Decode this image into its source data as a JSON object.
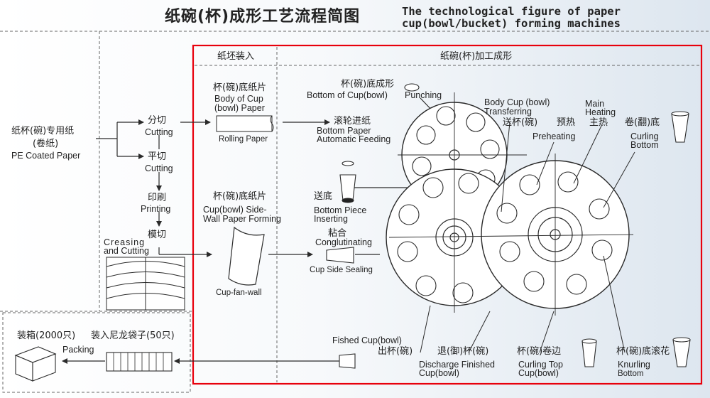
{
  "title": {
    "cn": "纸碗(杯)成形工艺流程简图",
    "en_line1": "The technological figure of paper",
    "en_line2": "cup(bowl/bucket) forming machines"
  },
  "headers": {
    "feeding": "纸坯装入",
    "forming": "纸碗(杯)加工成形"
  },
  "left": {
    "pe_cn1": "纸杯(碗)专用纸",
    "pe_cn2": "(卷纸)",
    "pe_en": "PE Coated Paper",
    "cut1_cn": "分切",
    "cut1_en": "Cutting",
    "cut2_cn": "平切",
    "cut2_en": "Cutting",
    "print_cn": "印刷",
    "print_en": "Printing",
    "crease_cn": "模切",
    "crease_en1": "Creasing",
    "crease_en2": "and Cutting"
  },
  "feeding": {
    "bottom_cn": "杯(碗)底纸片",
    "bottom_en1": "Body of Cup",
    "bottom_en2": "(bowl) Paper",
    "rolling": "Rolling Paper",
    "side_cn": "杯(碗)底纸片",
    "side_en1": "Cup(bowl) Side-",
    "side_en2": "Wall Paper Forming",
    "fan": "Cup-fan-wall"
  },
  "process": {
    "punch_cn": "杯(碗)底成形",
    "punch_en1": "Bottom of Cup(bowl)",
    "punch_en2": "Punching",
    "feed_cn": "滚轮进纸",
    "feed_en1": "Bottom Paper",
    "feed_en2": "Automatic Feeding",
    "insert_cn": "送底",
    "insert_en1": "Bottom Piece",
    "insert_en2": "Inserting",
    "glue_cn": "粘合",
    "glue_en": "Conglutinating",
    "seal": "Cup Side Sealing",
    "transfer_en1": "Body Cup (bowl)",
    "transfer_en2": "Transferring",
    "transfer_cn": "送杯(碗)",
    "preheat_cn": "预热",
    "preheat_en": "Preheating",
    "heat_en1": "Main",
    "heat_en2": "Heating",
    "heat_cn": "主热",
    "curlb_cn": "卷(翻)底",
    "curlb_en1": "Curling",
    "curlb_en2": "Bottom",
    "fished_en": "Fished Cup(bowl)",
    "fished_cn": "出杯(碗)",
    "discharge_cn": "退(御)杯(碗)",
    "discharge_en1": "Discharge Finished",
    "discharge_en2": "Cup(bowl)",
    "curlt_cn": "杯(碗)卷边",
    "curlt_en1": "Curling Top",
    "curlt_en2": "Cup(bowl)",
    "knurl_cn": "杯(碗)底滚花",
    "knurl_en1": "Knurling",
    "knurl_en2": "Bottom"
  },
  "packing": {
    "box_cn": "装箱(2000只)",
    "bag_cn": "装入尼龙袋子(50只)",
    "en": "Packing"
  },
  "colors": {
    "frame": "#e8000c",
    "line": "#2a2a2a",
    "dash": "#666666"
  }
}
